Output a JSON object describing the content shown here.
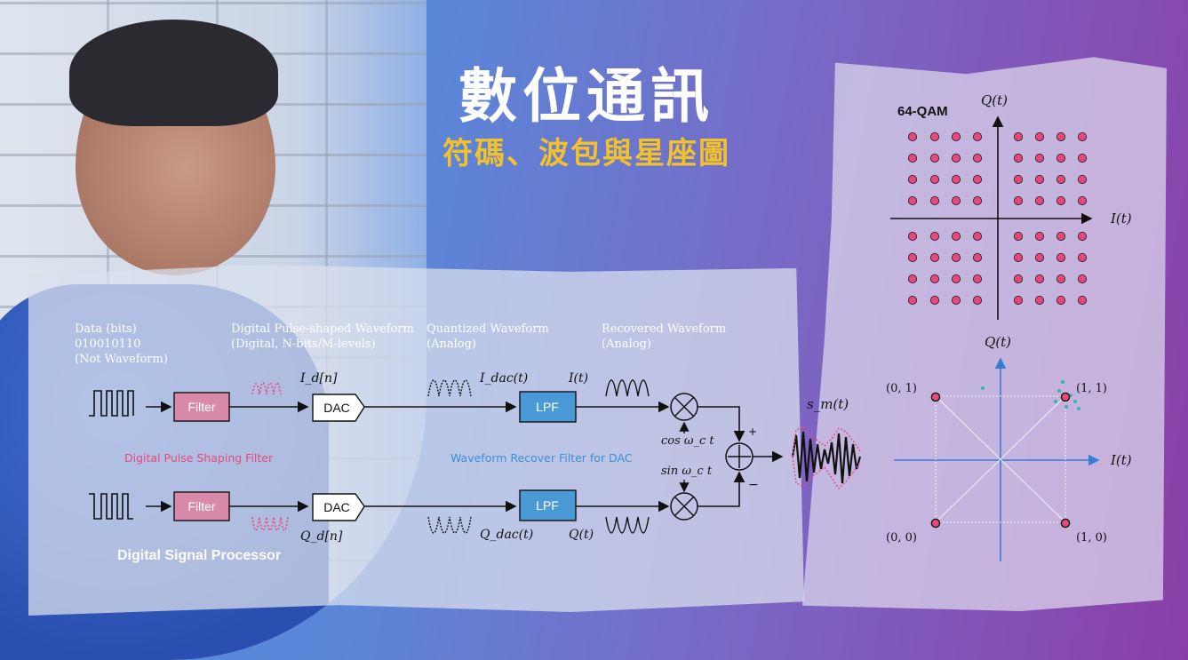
{
  "title": "數位通訊",
  "subtitle": "符碼、波包與星座圖",
  "labels": {
    "data_bits": [
      "Data (bits)",
      "010010110",
      "(Not Waveform)"
    ],
    "pulse_shaped": [
      "Digital Pulse-shaped Waveform",
      "(Digital, N-bits/M-levels)"
    ],
    "quantized": [
      "Quantized Waveform",
      "(Analog)"
    ],
    "recovered": [
      "Recovered Waveform",
      "(Analog)"
    ],
    "pink_caption": "Digital Pulse Shaping Filter",
    "blue_caption": "Waveform Recover Filter for DAC",
    "dsp_caption": "Digital Signal Processor"
  },
  "blocks": {
    "filter": "Filter",
    "dac": "DAC",
    "lpf": "LPF"
  },
  "signals": {
    "id_n": "I_d[n]",
    "qd_n": "Q_d[n]",
    "idac": "I_dac(t)",
    "qdac": "Q_dac(t)",
    "it": "I(t)",
    "qt": "Q(t)",
    "cos": "cos ω_c t",
    "sin": "sin ω_c t",
    "sm": "s_m(t)",
    "plus": "+",
    "minus": "−"
  },
  "qam64": {
    "label": "64-QAM",
    "axis_i": "I(t)",
    "axis_q": "Q(t)"
  },
  "qpsk": {
    "axis_i": "I(t)",
    "axis_q": "Q(t)",
    "points": [
      {
        "label": "(0, 1)",
        "i": -1,
        "q": 1
      },
      {
        "label": "(1, 1)",
        "i": 1,
        "q": 1
      },
      {
        "label": "(0, 0)",
        "i": -1,
        "q": -1
      },
      {
        "label": "(1, 0)",
        "i": 1,
        "q": -1
      }
    ]
  },
  "colors": {
    "pink": "#e9487a",
    "blue": "#3a8fd6",
    "filter_fill": "#d98aa8",
    "lpf_fill": "#4a9ad8",
    "title": "#ffffff",
    "subtitle": "#f3c22b"
  }
}
